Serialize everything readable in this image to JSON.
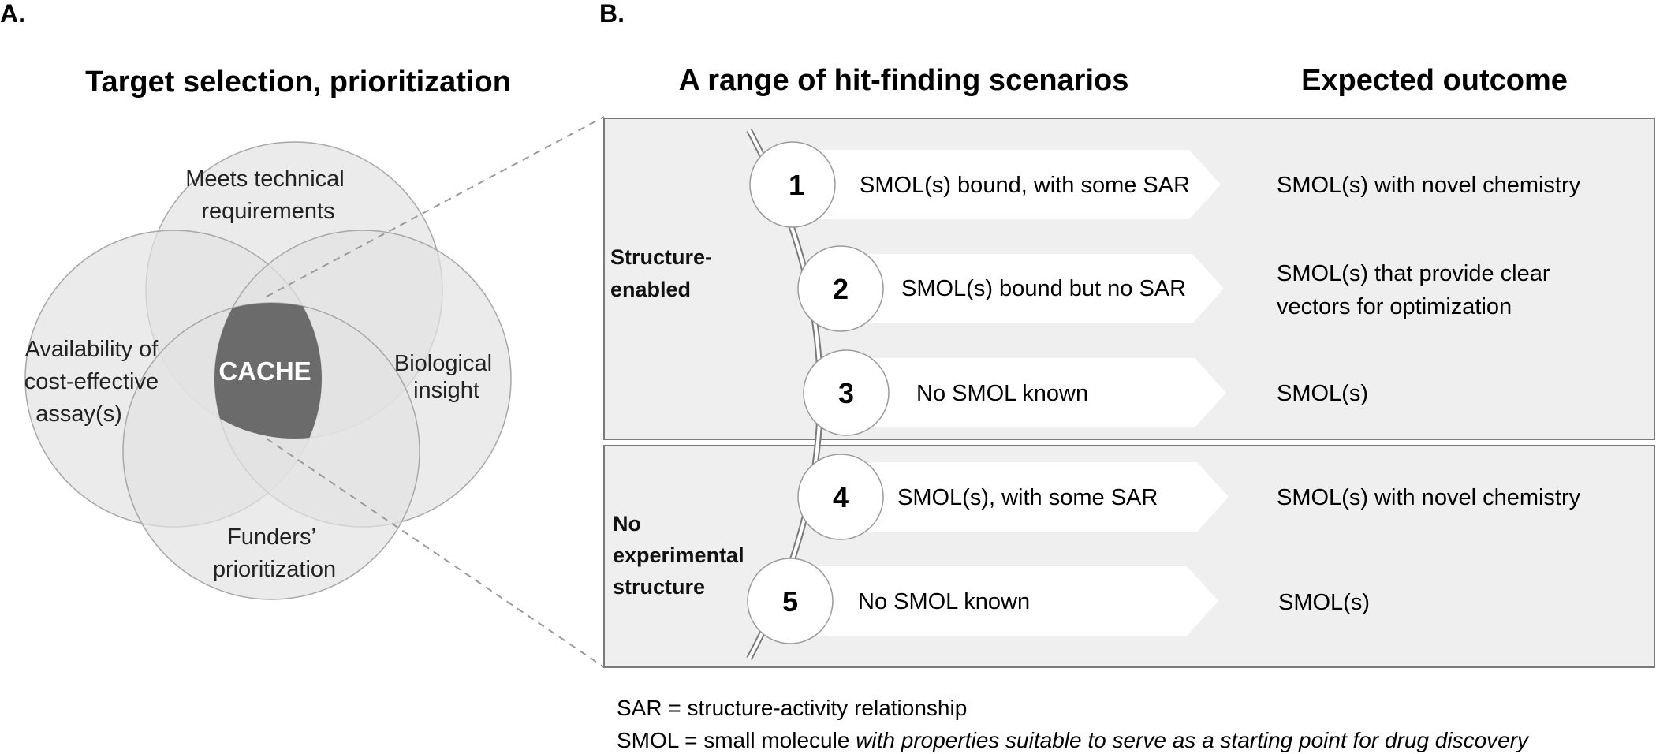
{
  "panel_a": {
    "letter": "A.",
    "title": "Target selection, prioritization",
    "venn": {
      "top_label": [
        "Meets technical",
        "requirements"
      ],
      "left_label": [
        "Availability of",
        "cost-effective",
        "assay(s)"
      ],
      "right_label": [
        "Biological",
        "insight"
      ],
      "bottom_label": [
        "Funders’",
        "prioritization"
      ],
      "center_label": "CACHE"
    }
  },
  "panel_b": {
    "letter": "B.",
    "title_scenarios": "A range of hit-finding scenarios",
    "title_outcome": "Expected outcome",
    "groups": [
      {
        "label": [
          "Structure-",
          "enabled"
        ]
      },
      {
        "label": [
          "No",
          "experimental",
          "structure"
        ]
      }
    ],
    "scenarios": [
      {
        "num": "1",
        "text": "SMOL(s) bound, with some SAR",
        "outcome": [
          "SMOL(s) with novel chemistry"
        ]
      },
      {
        "num": "2",
        "text": "SMOL(s) bound but no SAR",
        "outcome": [
          "SMOL(s) that provide clear",
          "vectors for optimization"
        ]
      },
      {
        "num": "3",
        "text": "No SMOL known",
        "outcome": [
          "SMOL(s)"
        ]
      },
      {
        "num": "4",
        "text": "SMOL(s), with some SAR",
        "outcome": [
          "SMOL(s) with novel chemistry"
        ]
      },
      {
        "num": "5",
        "text": "No SMOL known",
        "outcome": [
          "SMOL(s)"
        ]
      }
    ]
  },
  "footnotes": {
    "sar": "SAR = structure-activity relationship",
    "smol_prefix": "SMOL = small molecule ",
    "smol_italic": "with properties suitable to serve as a starting point for drug discovery"
  },
  "colors": {
    "venn_fill": "#e3e3e3",
    "venn_stroke": "#a8a8a8",
    "cache_fill": "#6b6b6b",
    "box_fill": "#efefef",
    "box_stroke": "#7a7a7a",
    "dashed": "#9a9a9a"
  }
}
